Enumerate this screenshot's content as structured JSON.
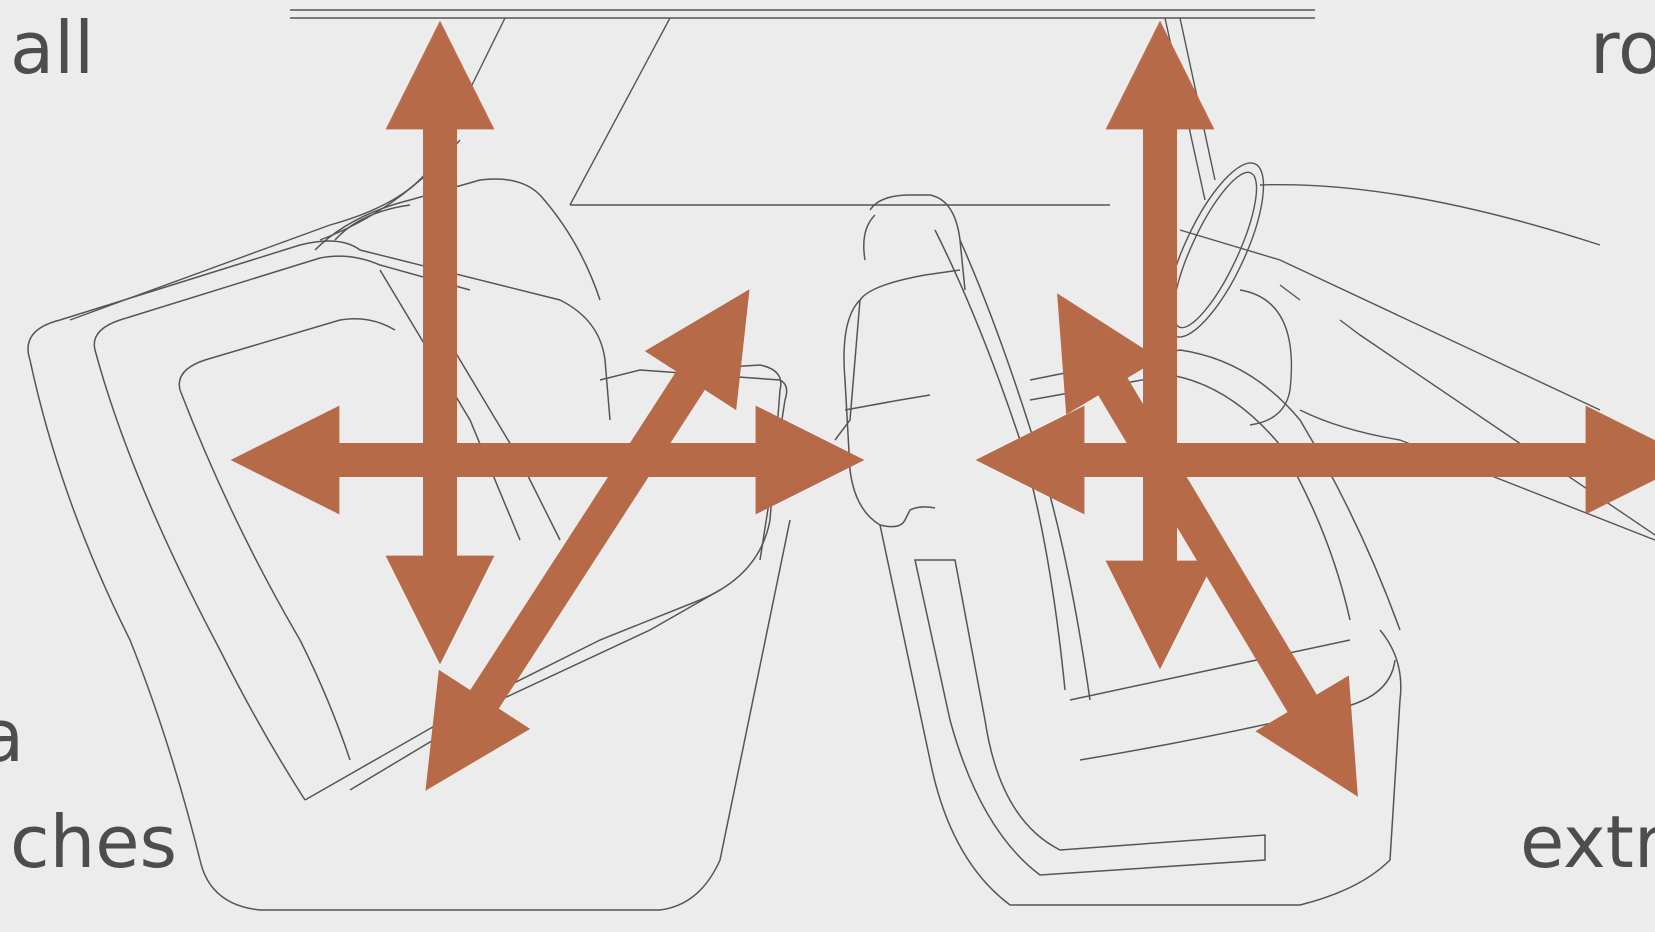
{
  "text_fragments": {
    "top_left": "all",
    "top_right": "ro",
    "mid_left": "a",
    "bottom_left": "ches",
    "bottom_right": "extr"
  },
  "colors": {
    "background": "#ececec",
    "linework": "#555555",
    "arrow": "#b66a48",
    "text": "#4d4d4d"
  }
}
